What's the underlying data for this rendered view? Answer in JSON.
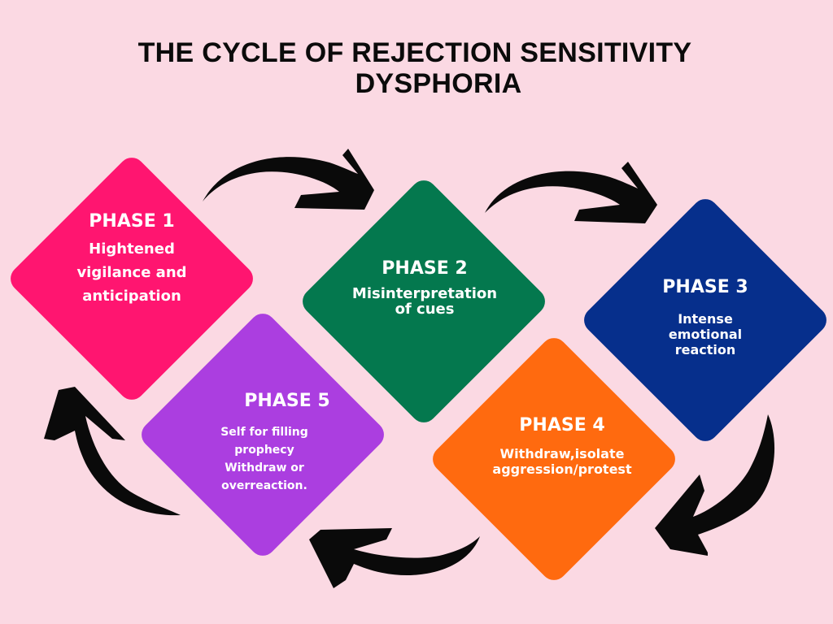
{
  "title": {
    "line1": "THE CYCLE OF REJECTION SENSITIVITY",
    "line2": "DYSPHORIA"
  },
  "colors": {
    "background": "#fbd9e3",
    "arrow": "#0a0a0a",
    "phase1": "#ff1570",
    "phase2": "#04784e",
    "phase3": "#062f8c",
    "phase4": "#ff6a0f",
    "phase5": "#ab3ee0"
  },
  "phases": [
    {
      "title": "PHASE 1",
      "description": "Hightened\nvigilance and\nanticipation"
    },
    {
      "title": "PHASE 2",
      "description": "Misinterpretation\nof cues"
    },
    {
      "title": "PHASE 3",
      "description": "Intense\nemotional\nreaction"
    },
    {
      "title": "PHASE 4",
      "description": "Withdraw,isolate\naggression/protest"
    },
    {
      "title": "PHASE 5",
      "description": "Self for filling\nprophecy\nWithdraw or\noverreaction."
    }
  ],
  "arrows": [
    {
      "from": "PHASE 1",
      "to": "PHASE 2",
      "icon": "curved-arrow-right-icon"
    },
    {
      "from": "PHASE 2",
      "to": "PHASE 3",
      "icon": "curved-arrow-right-icon"
    },
    {
      "from": "PHASE 3",
      "to": "PHASE 4",
      "icon": "curved-arrow-down-left-icon"
    },
    {
      "from": "PHASE 4",
      "to": "PHASE 5",
      "icon": "curved-arrow-left-icon"
    },
    {
      "from": "PHASE 5",
      "to": "PHASE 1",
      "icon": "curved-arrow-up-icon"
    }
  ]
}
